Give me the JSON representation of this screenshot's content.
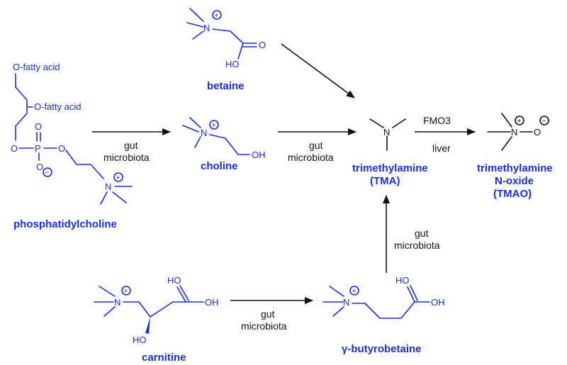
{
  "compounds": {
    "phosphatidylcholine": "phosphatidylcholine",
    "choline": "choline",
    "betaine": "betaine",
    "tma_line1": "trimethylamine",
    "tma_line2": "(TMA)",
    "tmao_line1": "trimethylamine",
    "tmao_line2": "N-oxide",
    "tmao_line3": "(TMAO)",
    "carnitine": "carnitine",
    "gamma_butyrobetaine": "γ-butyrobetaine"
  },
  "atoms": {
    "o_fatty_acid_1": "O-fatty acid",
    "o_fatty_acid_2": "O-fatty acid",
    "O": "O",
    "P": "P",
    "N": "N",
    "OH": "OH",
    "HO": "HO",
    "plus": "+",
    "minus": "−"
  },
  "arrows": {
    "pc_to_choline_line1": "gut",
    "pc_to_choline_line2": "microbiota",
    "choline_to_tma_line1": "gut",
    "choline_to_tma_line2": "microbiota",
    "tma_to_tmao_top": "FMO3",
    "tma_to_tmao_bottom": "liver",
    "gbb_to_tma_line1": "gut",
    "gbb_to_tma_line2": "microbiota",
    "carnitine_to_gbb_line1": "gut",
    "carnitine_to_gbb_line2": "microbiota"
  },
  "colors": {
    "compound": "#1a2fd6",
    "reaction": "#111111"
  }
}
